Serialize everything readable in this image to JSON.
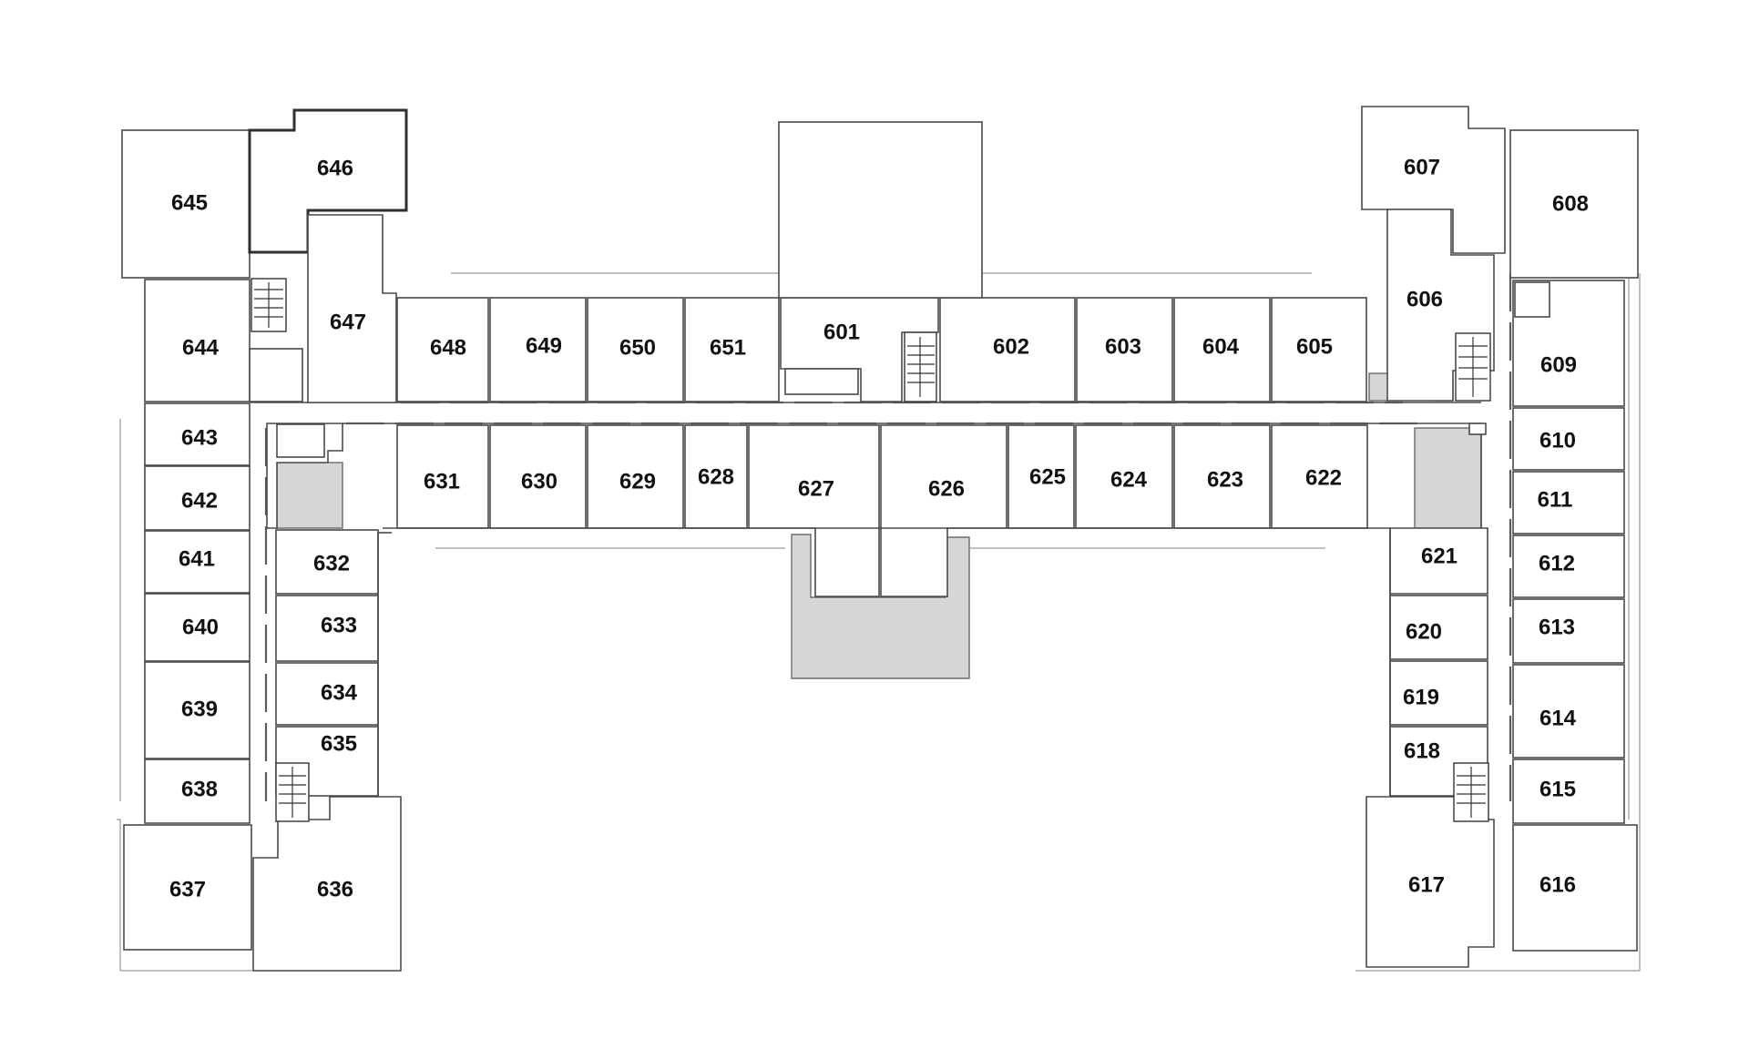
{
  "floor": {
    "rooms": [
      "601",
      "602",
      "603",
      "604",
      "605",
      "606",
      "607",
      "608",
      "609",
      "610",
      "611",
      "612",
      "613",
      "614",
      "615",
      "616",
      "617",
      "618",
      "619",
      "620",
      "621",
      "622",
      "623",
      "624",
      "625",
      "626",
      "627",
      "628",
      "629",
      "630",
      "631",
      "632",
      "633",
      "634",
      "635",
      "636",
      "637",
      "638",
      "639",
      "640",
      "641",
      "642",
      "643",
      "644",
      "645",
      "646",
      "647",
      "648",
      "649",
      "650",
      "651"
    ]
  },
  "colors": {
    "wall": "#4a4a4a",
    "shaded_area": "#d6d6d6",
    "label": "#111111",
    "background": "#ffffff"
  }
}
